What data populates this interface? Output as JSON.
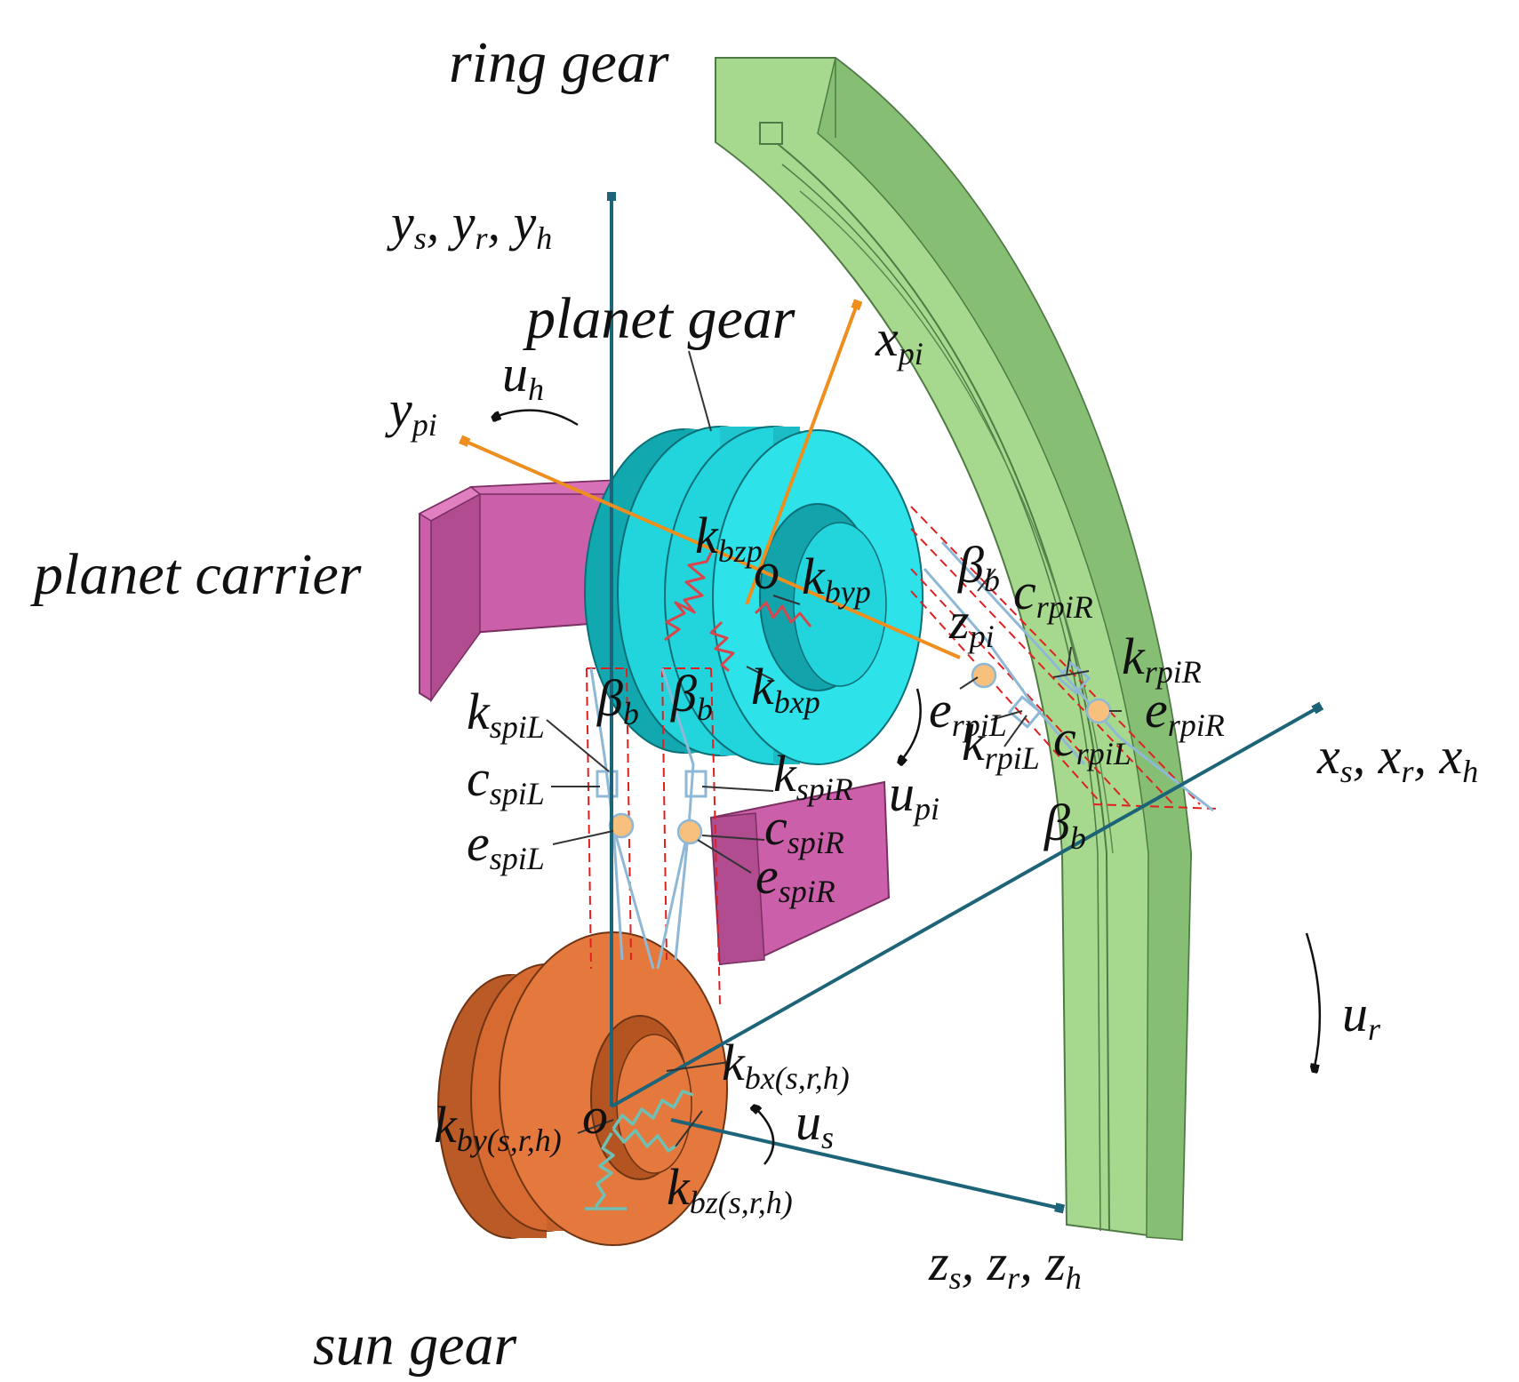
{
  "components": {
    "ring_gear": "ring gear",
    "planet_gear": "planet gear",
    "planet_carrier": "planet carrier",
    "sun_gear": "sun gear"
  },
  "axes": {
    "y_base": {
      "main": "y",
      "subs": [
        "s",
        "r",
        "h"
      ],
      "sep": ", "
    },
    "x_base": {
      "main": "x",
      "subs": [
        "s",
        "r",
        "h"
      ],
      "sep": ", "
    },
    "z_base": {
      "main": "z",
      "subs": [
        "s",
        "r",
        "h"
      ],
      "sep": ", "
    },
    "x_planet": {
      "main": "x",
      "sub": "pi"
    },
    "y_planet": {
      "main": "y",
      "sub": "pi"
    },
    "z_planet": {
      "main": "z",
      "sub": "pi"
    }
  },
  "origins": {
    "planet": "o",
    "sun": "o"
  },
  "motions": {
    "u_h": {
      "main": "u",
      "sub": "h"
    },
    "u_pi": {
      "main": "u",
      "sub": "pi"
    },
    "u_r": {
      "main": "u",
      "sub": "r"
    },
    "u_s": {
      "main": "u",
      "sub": "s"
    }
  },
  "stiffness": {
    "k_bzp": {
      "main": "k",
      "sub": "bzp"
    },
    "k_byp": {
      "main": "k",
      "sub": "byp"
    },
    "k_bxp": {
      "main": "k",
      "sub": "bxp"
    },
    "k_spiL": {
      "main": "k",
      "sub": "spiL"
    },
    "k_spiR": {
      "main": "k",
      "sub": "spiR"
    },
    "k_rpiR": {
      "main": "k",
      "sub": "rpiR"
    },
    "k_rpiL": {
      "main": "k",
      "sub": "rpiL"
    },
    "k_bx_srh": {
      "main": "k",
      "sub": "bx(s,r,h)"
    },
    "k_by_srh": {
      "main": "k",
      "sub": "by(s,r,h)"
    },
    "k_bz_srh": {
      "main": "k",
      "sub": "bz(s,r,h)"
    }
  },
  "damping": {
    "c_spiL": {
      "main": "c",
      "sub": "spiL"
    },
    "c_spiR": {
      "main": "c",
      "sub": "spiR"
    },
    "c_rpiR": {
      "main": "c",
      "sub": "rpiR"
    },
    "c_rpiL": {
      "main": "c",
      "sub": "rpiL"
    }
  },
  "errors": {
    "e_spiL": {
      "main": "e",
      "sub": "spiL"
    },
    "e_spiR": {
      "main": "e",
      "sub": "spiR"
    },
    "e_rpiL": {
      "main": "e",
      "sub": "rpiL"
    },
    "e_rpiR": {
      "main": "e",
      "sub": "rpiR"
    }
  },
  "helix_angle": {
    "main": "β",
    "sub": "b"
  },
  "colors": {
    "ring_gear": "#a6d98e",
    "ring_gear_dark": "#7fb36a",
    "planet_gear": "#22d4dc",
    "planet_gear_dark": "#12a8b0",
    "planet_carrier": "#cc5faa",
    "sun_gear": "#e5793d",
    "sun_gear_dark": "#b95a27",
    "axis_teal": "#1d6478",
    "axis_orange": "#ee8e1f",
    "spring_red": "#d8454a",
    "spring_cyan": "#6fc0b4",
    "mesh_blue": "#8fb8d6",
    "error_source": "#f7c07c"
  }
}
